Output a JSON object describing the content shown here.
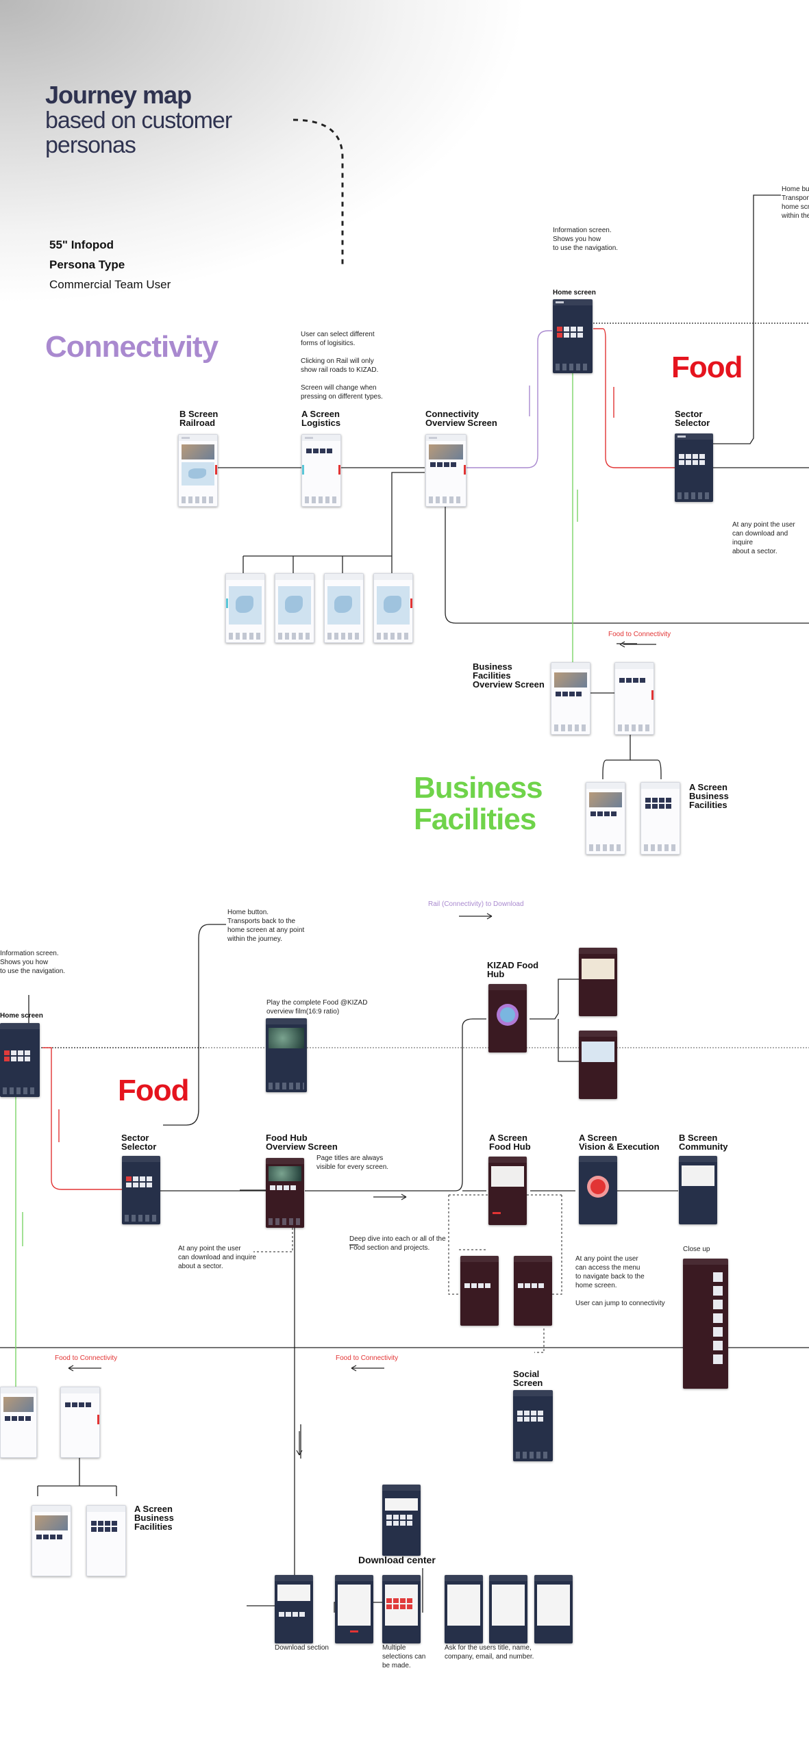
{
  "header": {
    "title_bold": "Journey map",
    "title_light": "based on customer\npersonas",
    "device": "55\" Infopod",
    "persona_label": "Persona Type",
    "persona_value": "Commercial Team User"
  },
  "sections": {
    "connectivity": "Connectivity",
    "food_top": "Food",
    "business_facilities": "Business\nFacilities",
    "food_bottom": "Food"
  },
  "labels": {
    "b_screen_railroad": "B Screen\nRailroad",
    "a_screen_logistics": "A Screen\nLogistics",
    "connectivity_overview": "Connectivity\nOverview Screen",
    "home_screen_top": "Home screen",
    "sector_selector_top": "Sector\nSelector",
    "business_facilities_overview": "Business\nFacilities\nOverview Screen",
    "a_screen_business_top": "A Screen\nBusiness\nFacilities",
    "home_screen_bottom": "Home screen",
    "sector_selector_bottom": "Sector\nSelector",
    "food_hub_overview": "Food Hub\nOverview Screen",
    "kizad_food_hub": "KIZAD Food\nHub",
    "a_screen_food_hub": "A Screen\nFood Hub",
    "a_screen_vision": "A Screen\nVision & Execution",
    "b_screen_community": "B Screen\nCommunity",
    "social_screen": "Social\nScreen",
    "download_center": "Download center",
    "a_screen_business_bottom": "A Screen\nBusiness\nFacilities",
    "close_up": "Close up"
  },
  "notes": {
    "logistics_note": "User can select different\nforms of logisitics.\n\nClicking on Rail will only\nshow rail roads to KIZAD.\n\nScreen will change when\npressing on different types.",
    "info_top": "Information screen.\nShows you how\nto use the navigation.",
    "home_button_top": "Home bu\nTransport\nhome scr\nwithin the",
    "download_anytime_top": "At any point the user\ncan download and inquire\nabout a sector.",
    "home_button_bottom": "Home button.\nTransports back to the\nhome screen at any point\nwithin the journey.",
    "info_bottom": "Information screen.\nShows you how\nto use the navigation.",
    "film_note": "Play the complete Food @KIZAD\noverview film(16:9 ratio)",
    "page_titles": "Page titles are always\nvisible for every screen.",
    "download_anytime_bottom": "At any point the user\ncan download and inquire\nabout a sector.",
    "deep_dive": "Deep dive into each or all of the\nFood section and projects.",
    "menu_note": "At any point the user\ncan access the menu\nto navigate back to the\nhome screen.\n\nUser can jump to connectivity",
    "download_section": "Download section",
    "multiple_selections": "Multiple\nselections can\nbe made.",
    "ask_users": "Ask for the users title, name,\ncompany, email, and number."
  },
  "flows": {
    "food_to_connectivity_top": "Food to Connectivity",
    "rail_to_download": "Rail (Connectivity) to Download",
    "food_to_connectivity_left": "Food to Connectivity",
    "food_to_connectivity_mid": "Food to Connectivity"
  },
  "colors": {
    "connectivity": "#a989cf",
    "food": "#e5141e",
    "business": "#6fd34a",
    "title": "#2f3350",
    "flow_red": "#e23434",
    "flow_purple": "#a989cf",
    "flow_green": "#7ad466"
  }
}
